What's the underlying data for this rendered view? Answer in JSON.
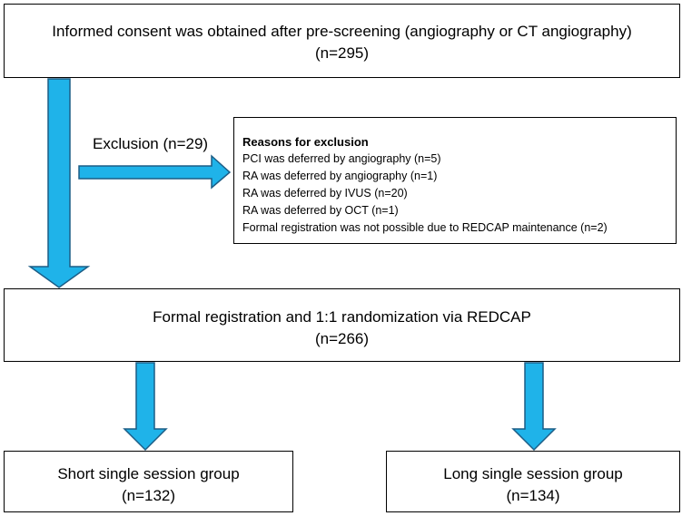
{
  "top_box": {
    "line1": "Informed consent was obtained after pre-screening (angiography or CT angiography)",
    "line2": "(n=295)"
  },
  "exclusion_label": "Exclusion (n=29)",
  "exclusion_box": {
    "title": "Reasons for exclusion",
    "items": [
      "PCI was deferred by angiography (n=5)",
      "RA was deferred by angiography (n=1)",
      "RA was deferred by IVUS (n=20)",
      "RA was deferred by OCT (n=1)",
      "Formal registration was not possible due to REDCAP maintenance (n=2)"
    ]
  },
  "registration_box": {
    "line1": "Formal registration and 1:1 randomization via REDCAP",
    "line2": "(n=266)"
  },
  "short_box": {
    "line1": "Short single session group",
    "line2": "(n=132)"
  },
  "long_box": {
    "line1": "Long single session group",
    "line2": "(n=134)"
  },
  "colors": {
    "arrow_fill": "#1fb3e9",
    "arrow_stroke": "#1c5d86"
  }
}
